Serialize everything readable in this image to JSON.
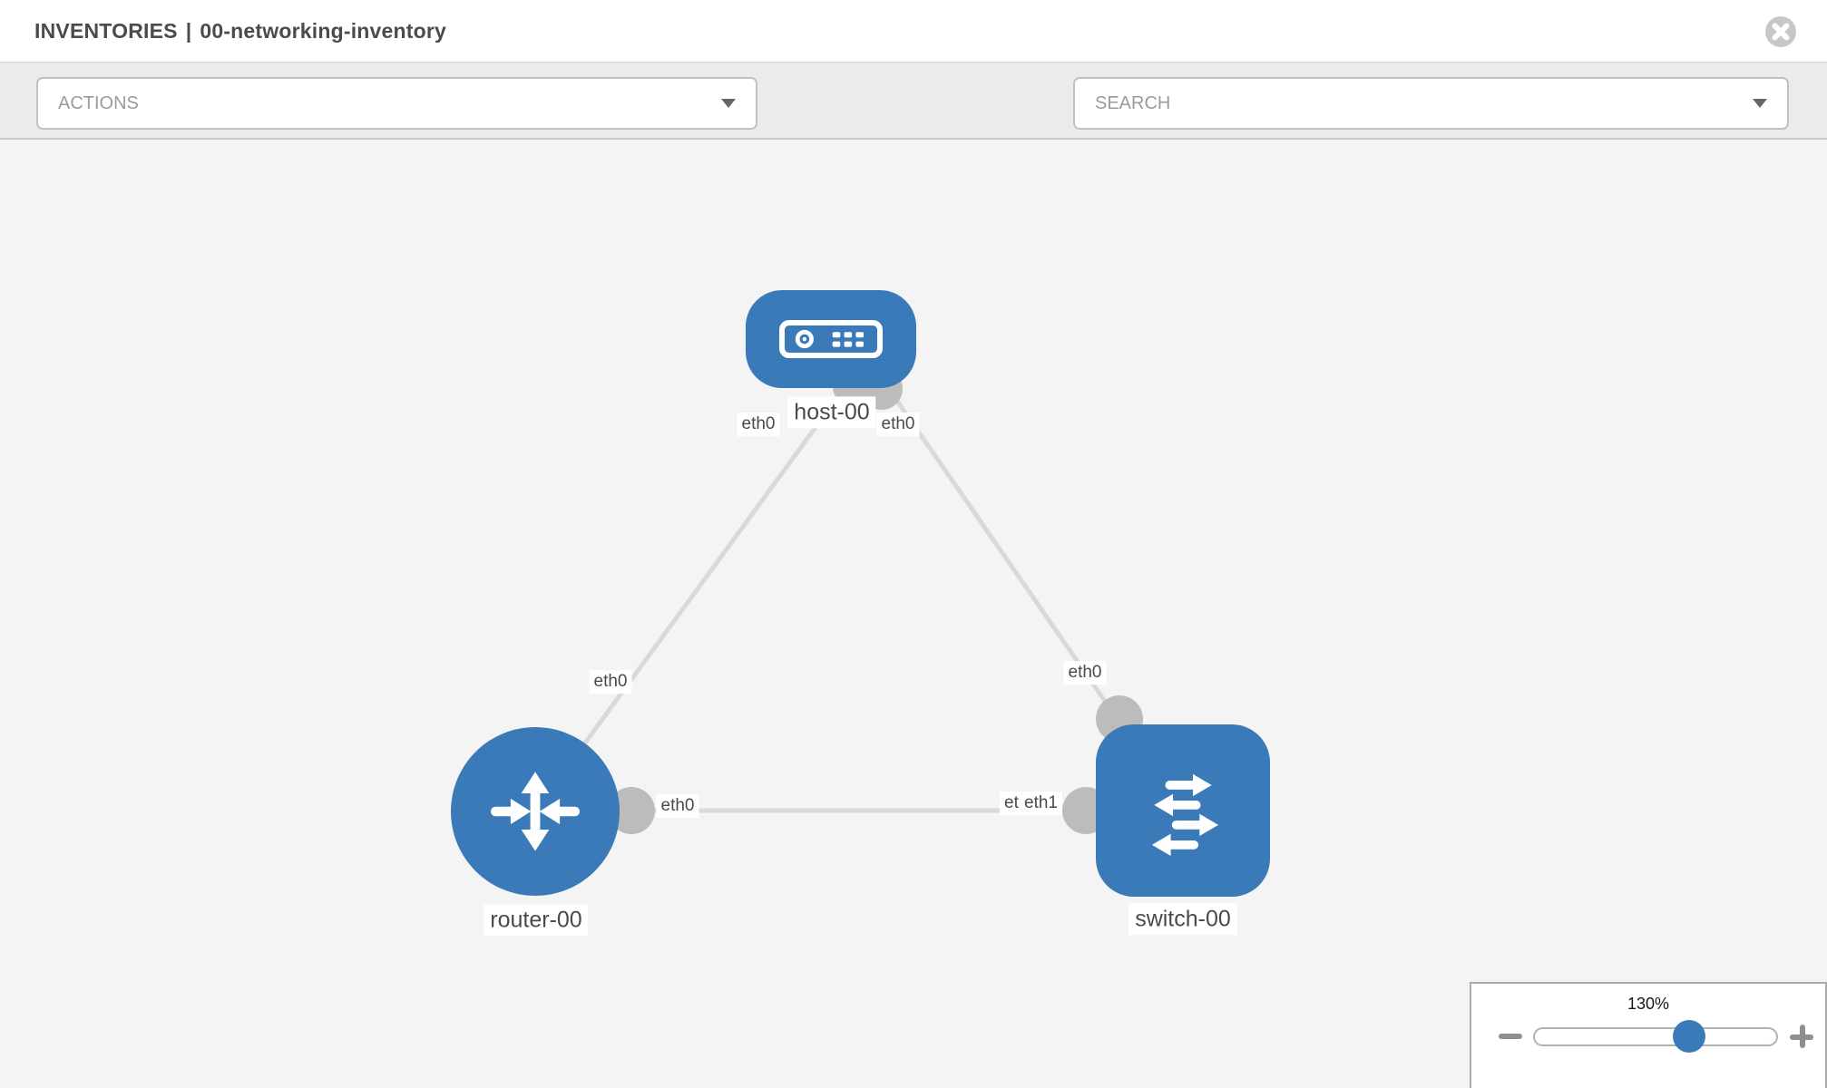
{
  "header": {
    "title_primary": "INVENTORIES",
    "title_separator": "|",
    "title_secondary": "00-networking-inventory"
  },
  "toolbar": {
    "actions_label": "ACTIONS",
    "search_label": "SEARCH",
    "icons": [
      "wrench-icon",
      "key-icon"
    ]
  },
  "topology": {
    "nodes": [
      {
        "label": "host-00",
        "type": "host"
      },
      {
        "label": "router-00",
        "type": "router"
      },
      {
        "label": "switch-00",
        "type": "switch"
      }
    ],
    "links": [
      {
        "source": "host-00",
        "target": "router-00",
        "source_interface": "eth0",
        "target_interface": "eth0"
      },
      {
        "source": "host-00",
        "target": "switch-00",
        "source_interface": "eth0",
        "target_interface": "eth0"
      },
      {
        "source": "router-00",
        "target": "switch-00",
        "source_interface": "eth0",
        "target_interface": "eth1",
        "overlapped_label": "eth0"
      }
    ]
  },
  "zoom_control": {
    "level": "130%",
    "minus_icon": "minus-icon",
    "plus_icon": "plus-icon"
  },
  "colors": {
    "node_blue": "#3a7ab8",
    "link_gray": "#d9d9d9",
    "connector_gray": "#bcbcbc",
    "canvas_bg": "#f4f4f4",
    "toolbar_bg": "#ebebeb"
  }
}
